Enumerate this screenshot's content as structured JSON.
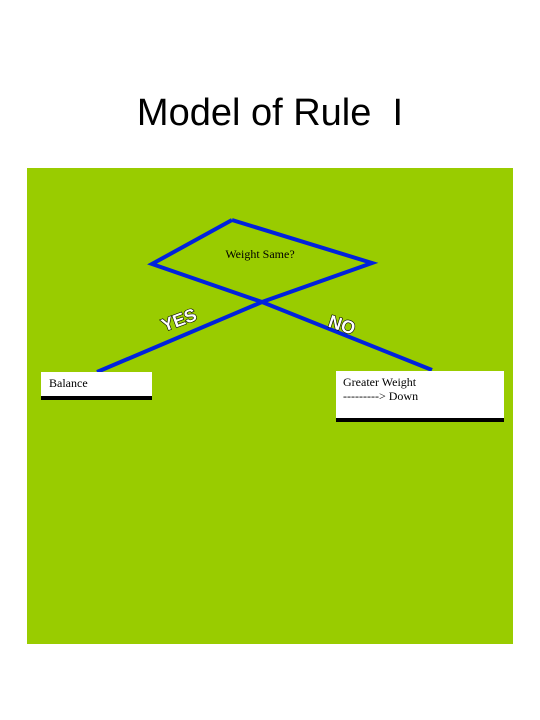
{
  "slide": {
    "title": "Model of Rule  I"
  },
  "diagram": {
    "decision": "Weight Same?",
    "yes_label": "YES",
    "no_label": "NO",
    "outcome_yes": "Balance",
    "outcome_no_line1": "Greater Weight",
    "outcome_no_line2": "---------> Down"
  },
  "colors": {
    "panel_background": "#99cc00",
    "line_color": "#0022dd",
    "box_background": "#ffffff"
  }
}
